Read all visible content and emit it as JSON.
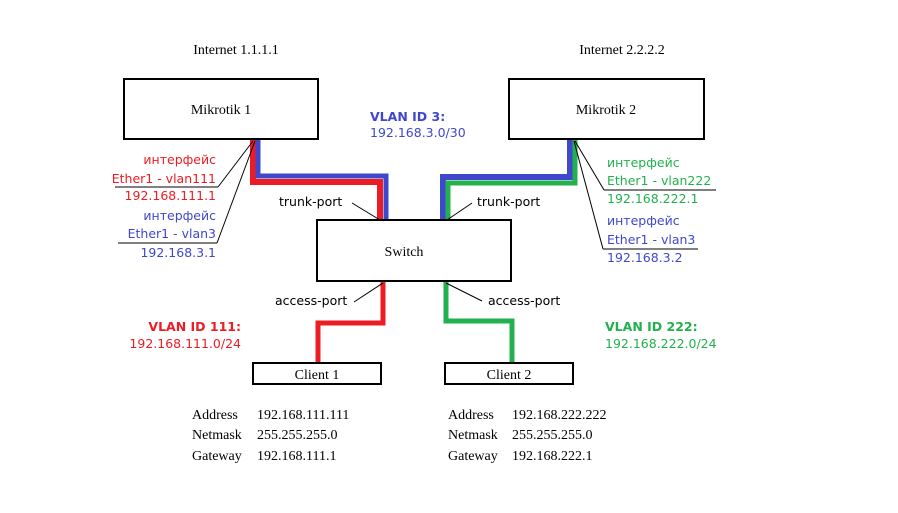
{
  "colors": {
    "red": "#ed1c24",
    "blue": "#3f48cc",
    "green": "#22b14c",
    "black": "#000000"
  },
  "internet_left": "Internet 1.1.1.1",
  "internet_right": "Internet 2.2.2.2",
  "devices": {
    "router1": "Mikrotik 1",
    "router2": "Mikrotik 2",
    "switch": "Switch",
    "client1": "Client 1",
    "client2": "Client 2"
  },
  "vlan3": {
    "title": "VLAN ID 3:",
    "subnet": "192.168.3.0/30"
  },
  "vlan111": {
    "title": "VLAN ID 111:",
    "subnet": "192.168.111.0/24"
  },
  "vlan222": {
    "title": "VLAN ID 222:",
    "subnet": "192.168.222.0/24"
  },
  "router1_ifaces": [
    {
      "label": "интерфейс",
      "name": "Ether1 - vlan111",
      "ip": "192.168.111.1"
    },
    {
      "label": "интерфейс",
      "name": "Ether1 - vlan3",
      "ip": "192.168.3.1"
    }
  ],
  "router2_ifaces": [
    {
      "label": "интерфейс",
      "name": "Ether1 - vlan222",
      "ip": "192.168.222.1"
    },
    {
      "label": "интерфейс",
      "name": "Ether1 - vlan3",
      "ip": "192.168.3.2"
    }
  ],
  "ports": {
    "trunk_left": "trunk-port",
    "trunk_right": "trunk-port",
    "access_left": "access-port",
    "access_right": "access-port"
  },
  "client1_config": [
    {
      "key": "Address",
      "value": "192.168.111.111"
    },
    {
      "key": "Netmask",
      "value": "255.255.255.0"
    },
    {
      "key": "Gateway",
      "value": "192.168.111.1"
    }
  ],
  "client2_config": [
    {
      "key": "Address",
      "value": "192.168.222.222"
    },
    {
      "key": "Netmask",
      "value": "255.255.255.0"
    },
    {
      "key": "Gateway",
      "value": "192.168.222.1"
    }
  ]
}
